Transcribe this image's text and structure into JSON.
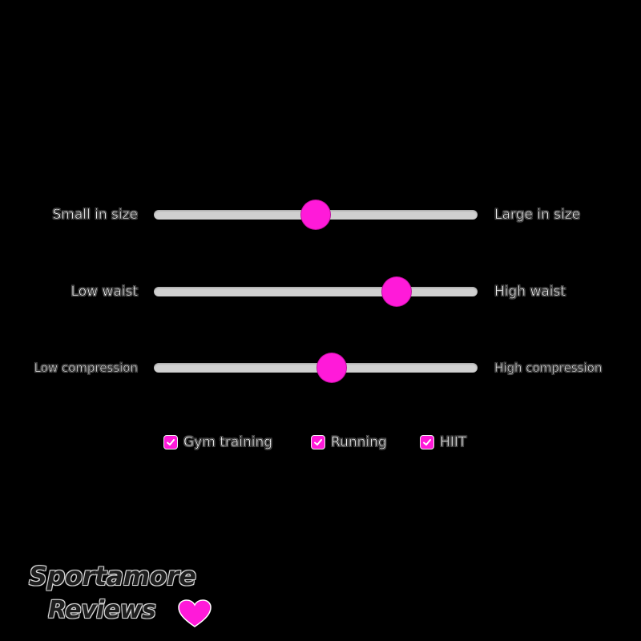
{
  "sliders": [
    {
      "left_label": "Small in size",
      "right_label": "Large in size",
      "value": 0.5
    },
    {
      "left_label": "Low waist",
      "right_label": "High waist",
      "value": 0.75
    },
    {
      "left_label": "Low compression",
      "right_label": "High compression",
      "value": 0.55
    }
  ],
  "checkboxes": [
    {
      "label": "Gym training",
      "checked": true
    },
    {
      "label": "Running",
      "checked": true
    },
    {
      "label": "HIIT",
      "checked": true
    }
  ],
  "logo": {
    "line1": "Sportamore",
    "line2": "Reviews",
    "icon": "heart-icon"
  },
  "colors": {
    "background": "#000000",
    "accent": "#ff1ad9",
    "track": "#d0d0d0"
  }
}
